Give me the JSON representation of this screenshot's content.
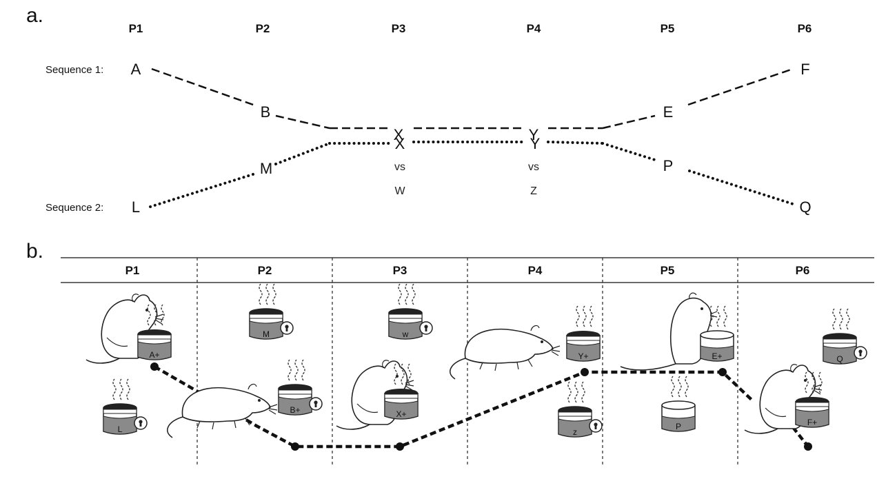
{
  "panel_a": {
    "label": "a.",
    "positions": [
      "P1",
      "P2",
      "P3",
      "P4",
      "P5",
      "P6"
    ],
    "sequence1_label": "Sequence 1:",
    "sequence2_label": "Sequence 2:",
    "sequence1_nodes": [
      "A",
      "B",
      "X",
      "Y",
      "E",
      "F"
    ],
    "sequence2_nodes": [
      "L",
      "M",
      "X",
      "Y",
      "P",
      "Q"
    ],
    "vs_p3": "vs",
    "alt_p3": "W",
    "vs_p4": "vs",
    "alt_p4": "Z"
  },
  "panel_b": {
    "label": "b.",
    "positions": [
      "P1",
      "P2",
      "P3",
      "P4",
      "P5",
      "P6"
    ],
    "jars": {
      "a_plus": "A+",
      "l": "L",
      "m": "M",
      "b_plus": "B+",
      "w": "w",
      "x_plus": "X+",
      "y_plus": "Y+",
      "z": "z",
      "e_plus": "E+",
      "p": "P",
      "q": "Q",
      "f_plus": "F+"
    }
  }
}
